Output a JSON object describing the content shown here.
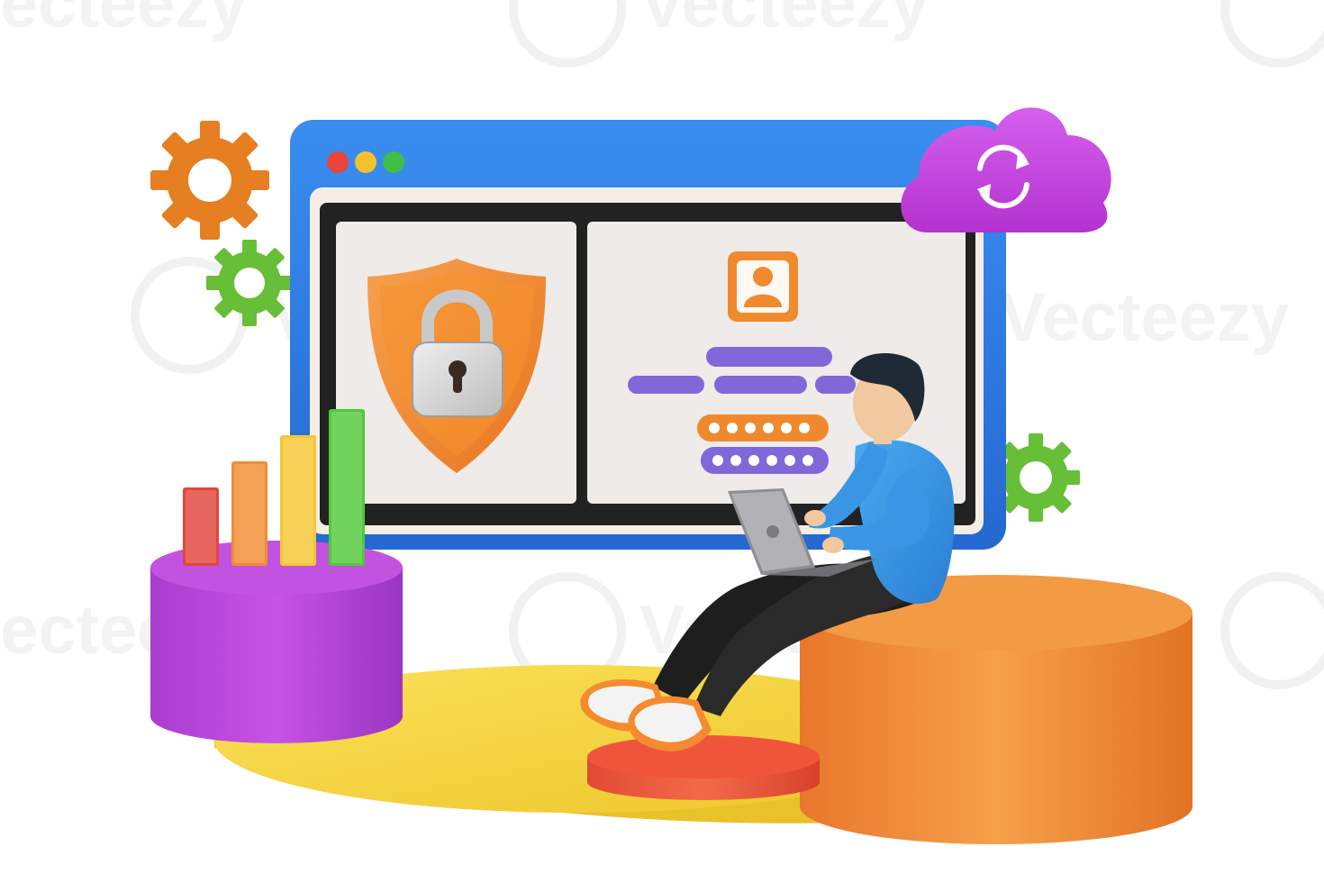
{
  "watermark": {
    "brand": "Vecteezy",
    "partial_left": "ecteezy",
    "lower": "Vecteezy"
  },
  "colors": {
    "browser_frame": "#2f7be0",
    "cloud": "#c33bd9",
    "shield": "#f08a2a",
    "gear_orange": "#e67e22",
    "gear_green": "#6cc23a",
    "podium_purple": "#b348d8",
    "podium_orange": "#ee8a3a",
    "platform_yellow": "#f6d33a",
    "pedestal_red": "#ef5a3c",
    "login_field": "#8068d8",
    "password_field_orange": "#f0892e",
    "password_field_purple": "#8068d8",
    "bar_red": "#e2463c",
    "bar_orange": "#f28b32",
    "bar_yellow": "#f4c633",
    "bar_green": "#52c83b"
  },
  "icons": {
    "gears": [
      "gear-icon",
      "gear-icon",
      "gear-icon"
    ],
    "cloud": "cloud-sync-icon",
    "lock": "padlock-icon",
    "shield": "shield-icon",
    "user": "user-avatar-icon"
  },
  "bar_chart": {
    "values": [
      1,
      2,
      3,
      4
    ]
  },
  "login_form": {
    "password_masked_dots": 6
  }
}
